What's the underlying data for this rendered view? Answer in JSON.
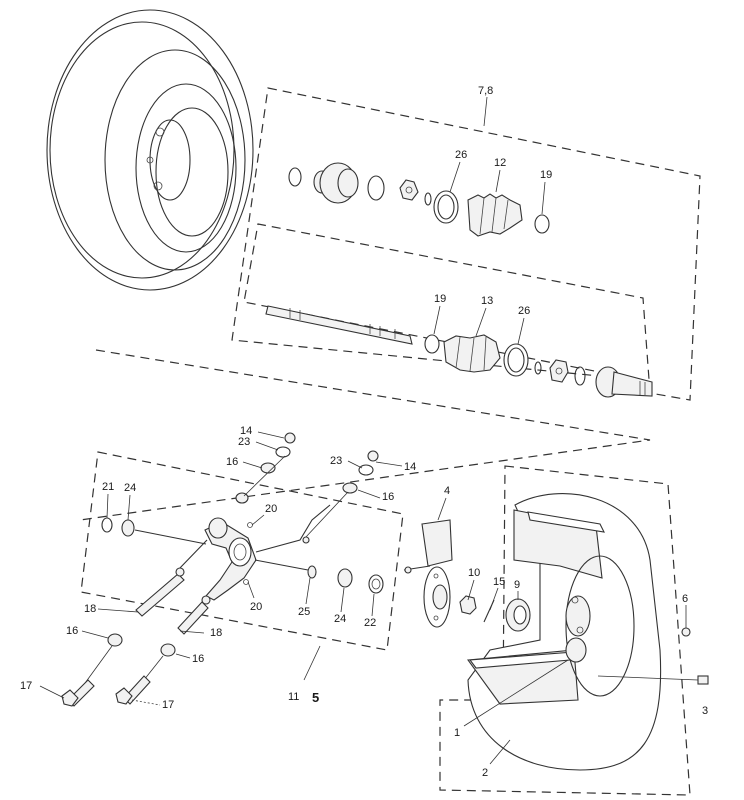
{
  "callouts": {
    "c78": "7,8",
    "c26a": "26",
    "c12": "12",
    "c19a": "19",
    "c19b": "19",
    "c13": "13",
    "c26b": "26",
    "c14a": "14",
    "c23a": "23",
    "c16a": "16",
    "c23b": "23",
    "c14b": "14",
    "c16b": "16",
    "c21": "21",
    "c24a": "24",
    "c20a": "20",
    "c4": "4",
    "c10": "10",
    "c15": "15",
    "c9": "9",
    "c6": "6",
    "c18a": "18",
    "c20b": "20",
    "c25": "25",
    "c24b": "24",
    "c22": "22",
    "c16c": "16",
    "c18b": "18",
    "c16d": "16",
    "c17a": "17",
    "c17b": "17",
    "c11": "11",
    "c5": "5",
    "c1": "1",
    "c3": "3",
    "c2": "2"
  }
}
